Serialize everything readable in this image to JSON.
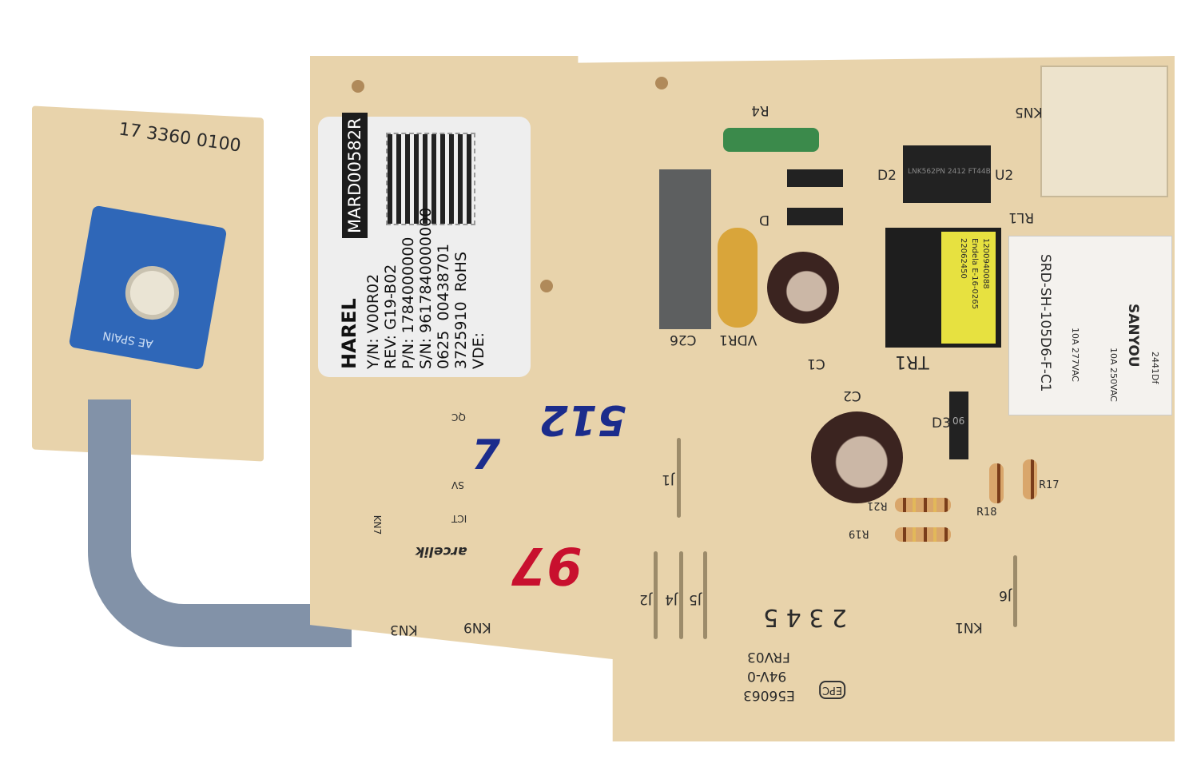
{
  "sensor_board": {
    "code": "17 3360  0100",
    "pot_marking": "AE SPAIN"
  },
  "label": {
    "part_code": "MARD00582R",
    "brand": "HAREL",
    "lines": [
      "Y/N: V00R02",
      "REV: G19-B02",
      "P/N: 1784000000",
      "S/N: 9617840000000",
      "0625  00438701",
      "3725910  RoHS",
      "VDE:"
    ]
  },
  "silkscreen": {
    "r4": "R4",
    "d2": "D2",
    "u2": "U2",
    "kn5": "KN5",
    "rl1": "RL1",
    "d1": "D",
    "c26": "C26",
    "vdr1": "VDR1",
    "c1": "C1",
    "tr1": "TR1",
    "c2": "C2",
    "d3": "D3",
    "r18": "R18",
    "r17": "R17",
    "r21": "R21",
    "r19": "R19",
    "j1": "J1",
    "j2": "J2",
    "j4": "J4",
    "j5": "J5",
    "j6": "J6",
    "kn1": "KN1",
    "kn3": "KN3",
    "kn9": "KN9",
    "kn7": "KN7",
    "qc": "QC",
    "sv": "SV",
    "ict": "ICT",
    "brand": "arcelik",
    "date_code": "2 3 4 5",
    "e_code": "E56063",
    "flame": "94V-0",
    "frv": "FRV03",
    "epc": "EPC"
  },
  "components": {
    "u2_marking": "LNK562PN 2412 FT44B",
    "transformer_marking": "1200940088\nEndela E-16-0265\n22062450",
    "relay_marking": "SRD-SH-105D6-F-C1",
    "relay_brand": "SANYOU",
    "relay_ratings": [
      "10A 277VAC",
      "10A 250VAC"
    ],
    "relay_date": "2441Df",
    "diode_marking": "06"
  },
  "handwriting": {
    "top": "512",
    "mark1": "7",
    "bottom": "97"
  },
  "colors": {
    "pcb": "#e8d3ab",
    "ink_blue": "#1b2c8c",
    "ink_red": "#c8102e"
  }
}
